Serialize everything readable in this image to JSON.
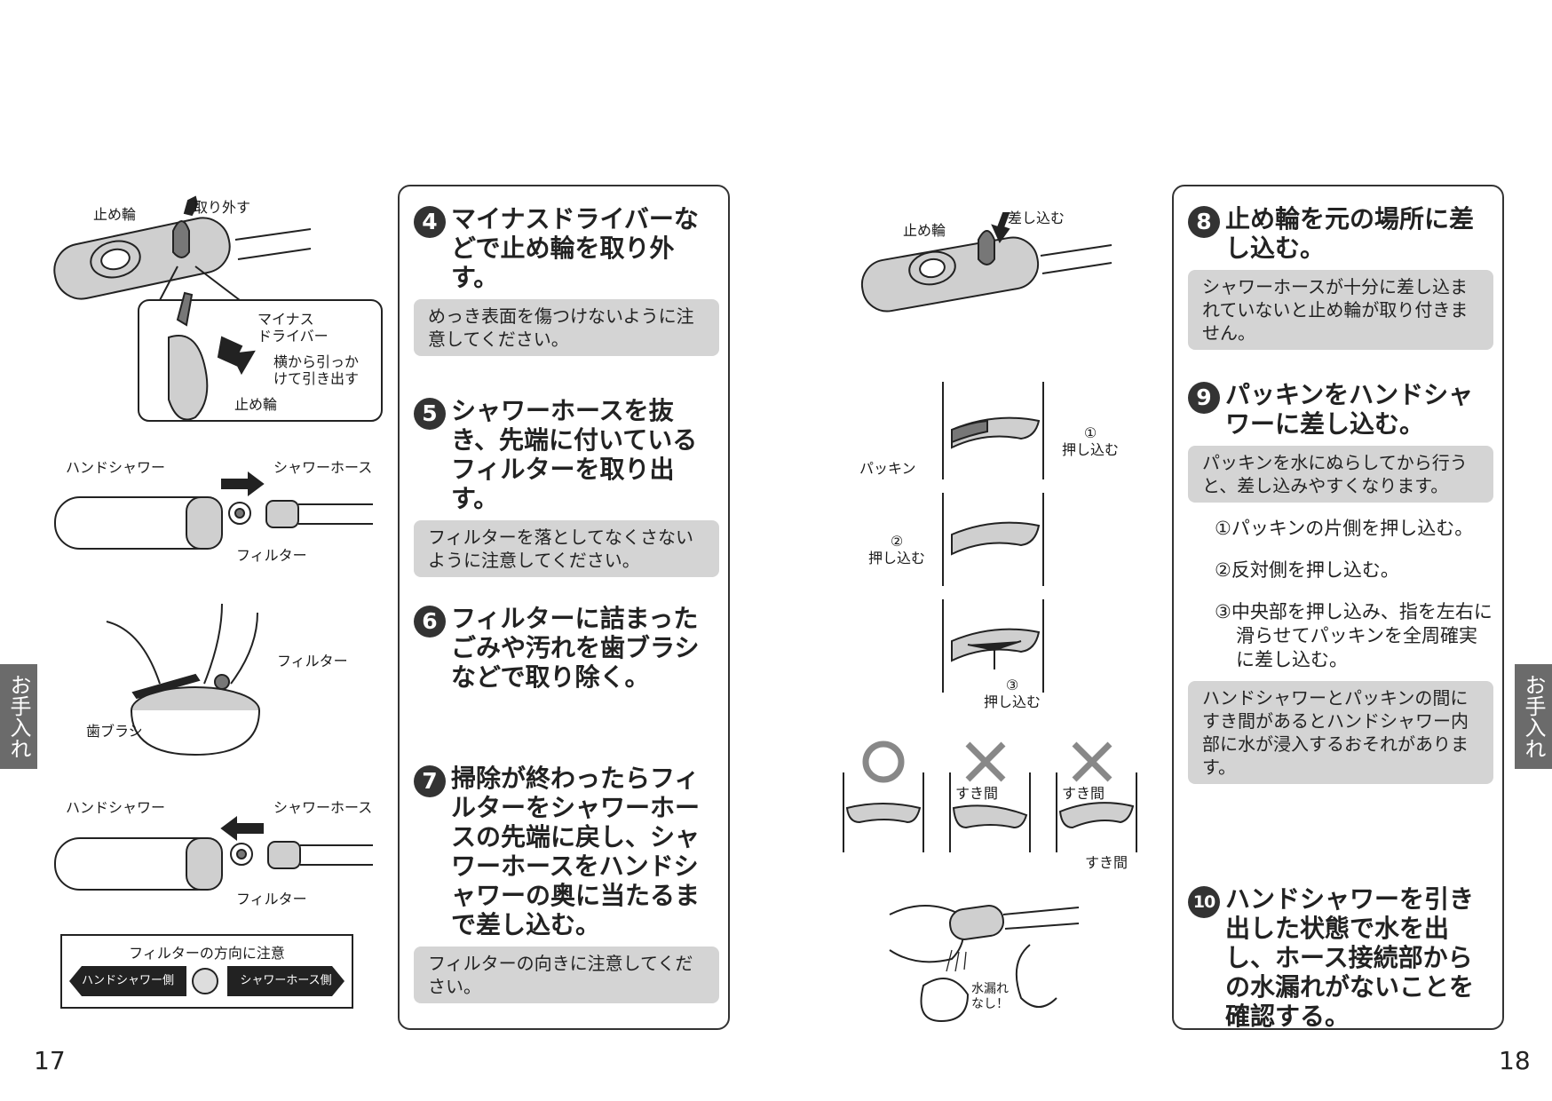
{
  "left_page": {
    "page_number": "17",
    "side_tab": "お手入れ",
    "labels": {
      "ring_top": "止め輪",
      "remove": "取り外す",
      "driver": "マイナス\nドライバー",
      "pull": "横から引っか\nけて引き出す",
      "ring_detail": "止め輪",
      "hand_shower_1": "ハンドシャワー",
      "shower_hose_1": "シャワーホース",
      "filter_1": "フィルター",
      "filter_2": "フィルター",
      "toothbrush": "歯ブラシ",
      "hand_shower_2": "ハンドシャワー",
      "shower_hose_2": "シャワーホース",
      "filter_3": "フィルター"
    },
    "direction_box": {
      "title": "フィルターの方向に注意",
      "left": "ハンドシャワー側",
      "right": "シャワーホース側"
    },
    "steps": [
      {
        "num": "4",
        "title": "マイナスドライバーなどで止め輪を取り外す。",
        "note": "めっき表面を傷つけないように注意してください。"
      },
      {
        "num": "5",
        "title": "シャワーホースを抜き、先端に付いているフィルターを取り出す。",
        "note": "フィルターを落としてなくさないように注意してください。"
      },
      {
        "num": "6",
        "title": "フィルターに詰まったごみや汚れを歯ブラシなどで取り除く。"
      },
      {
        "num": "7",
        "title": "掃除が終わったらフィルターをシャワーホースの先端に戻し、シャワーホースをハンドシャワーの奥に当たるまで差し込む。",
        "note": "フィルターの向きに注意してください。"
      }
    ]
  },
  "right_page": {
    "page_number": "18",
    "side_tab": "お手入れ",
    "labels": {
      "ring": "止め輪",
      "insert": "差し込む",
      "packing": "パッキン",
      "push1": "①\n押し込む",
      "push2": "②\n押し込む",
      "push3": "③\n押し込む",
      "gap_1": "すき間",
      "gap_2": "すき間",
      "gap_3": "すき間",
      "no_leak": "水漏れ\nなし！"
    },
    "steps": [
      {
        "num": "8",
        "title": "止め輪を元の場所に差し込む。",
        "note": "シャワーホースが十分に差し込まれていないと止め輪が取り付きません。"
      },
      {
        "num": "9",
        "title": "パッキンをハンドシャワーに差し込む。",
        "note": "パッキンを水にぬらしてから行うと、差し込みやすくなります。",
        "substeps": [
          "①パッキンの片側を押し込む。",
          "②反対側を押し込む。",
          "③中央部を押し込み、指を左右に滑らせてパッキンを全周確実に差し込む。"
        ],
        "warning": "ハンドシャワーとパッキンの間にすき間があるとハンドシャワー内部に水が浸入するおそれがあります。"
      },
      {
        "num": "10",
        "title": "ハンドシャワーを引き出した状態で水を出し、ホース接続部からの水漏れがないことを確認する。"
      }
    ]
  }
}
